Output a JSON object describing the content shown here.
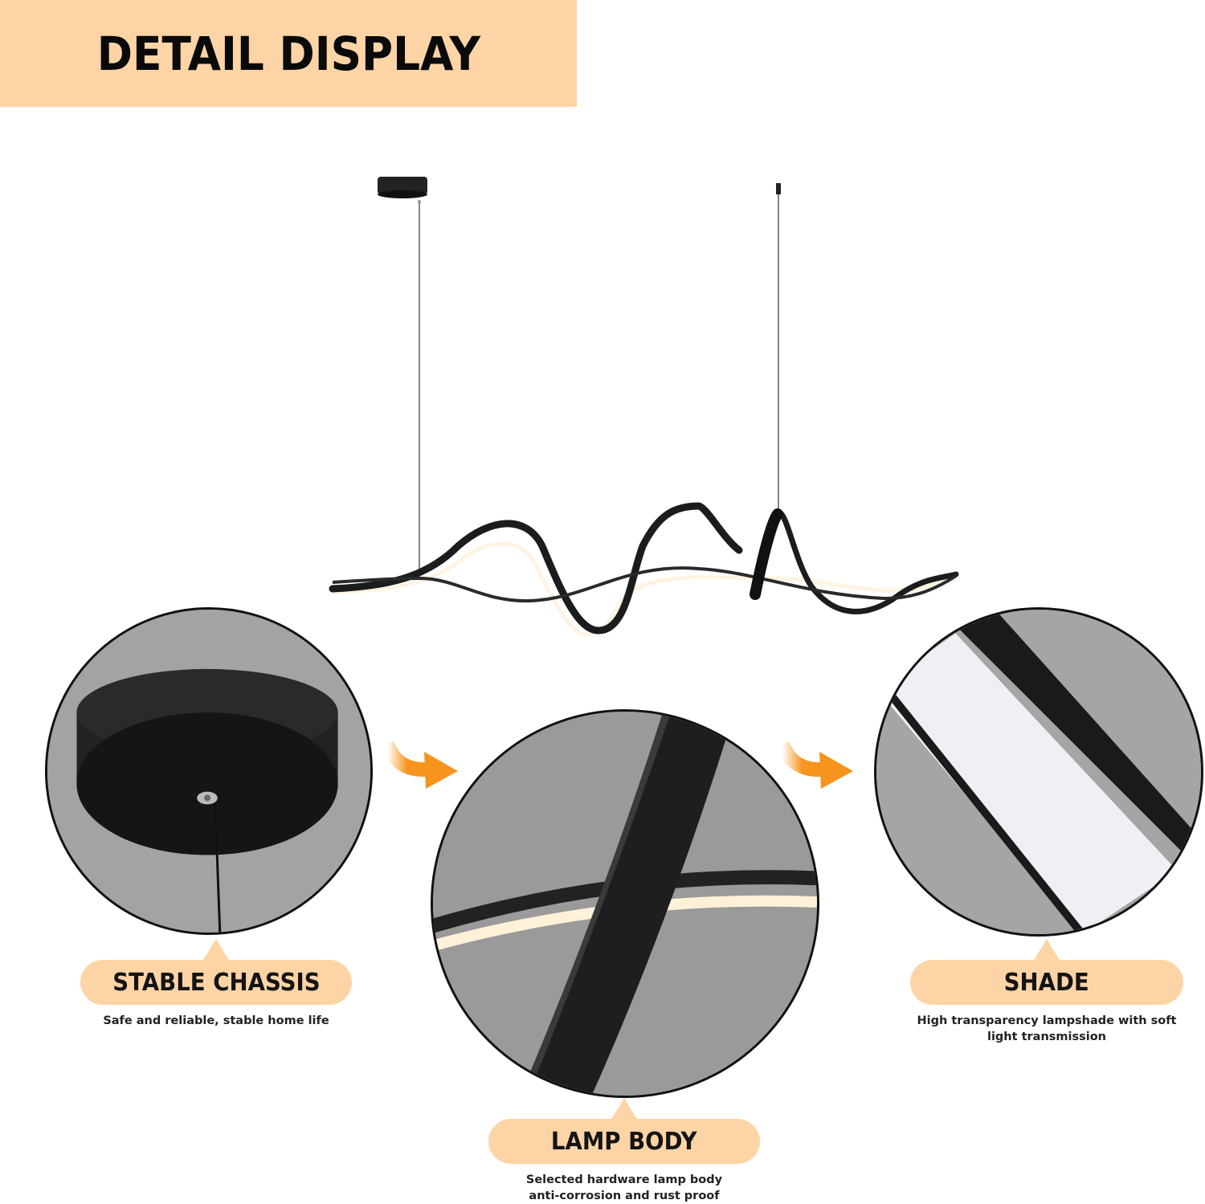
{
  "header": {
    "title": "DETAIL DISPLAY"
  },
  "colors": {
    "banner_bg": "#fdd4a6",
    "arrow_orange": "#f7941d",
    "circle_bg": "#a3a3a3",
    "lamp_black": "#1c1c1c",
    "led_glow": "#fff4e2"
  },
  "hero": {
    "image": "wave-pendant-lamp-product-icon"
  },
  "details": [
    {
      "image": "ceiling-canopy-closeup",
      "label": "STABLE CHASSIS",
      "description": "Safe and reliable, stable home life"
    },
    {
      "image": "lamp-body-closeup",
      "label": "LAMP BODY",
      "description_line1": "Selected hardware lamp body",
      "description_line2": "anti-corrosion and rust proof"
    },
    {
      "image": "shade-closeup",
      "label": "SHADE",
      "description_line1": "High transparency lampshade with soft",
      "description_line2": "light transmission"
    }
  ],
  "arrows": [
    {
      "icon": "curved-arrow-right-icon"
    },
    {
      "icon": "curved-arrow-right-icon"
    }
  ]
}
